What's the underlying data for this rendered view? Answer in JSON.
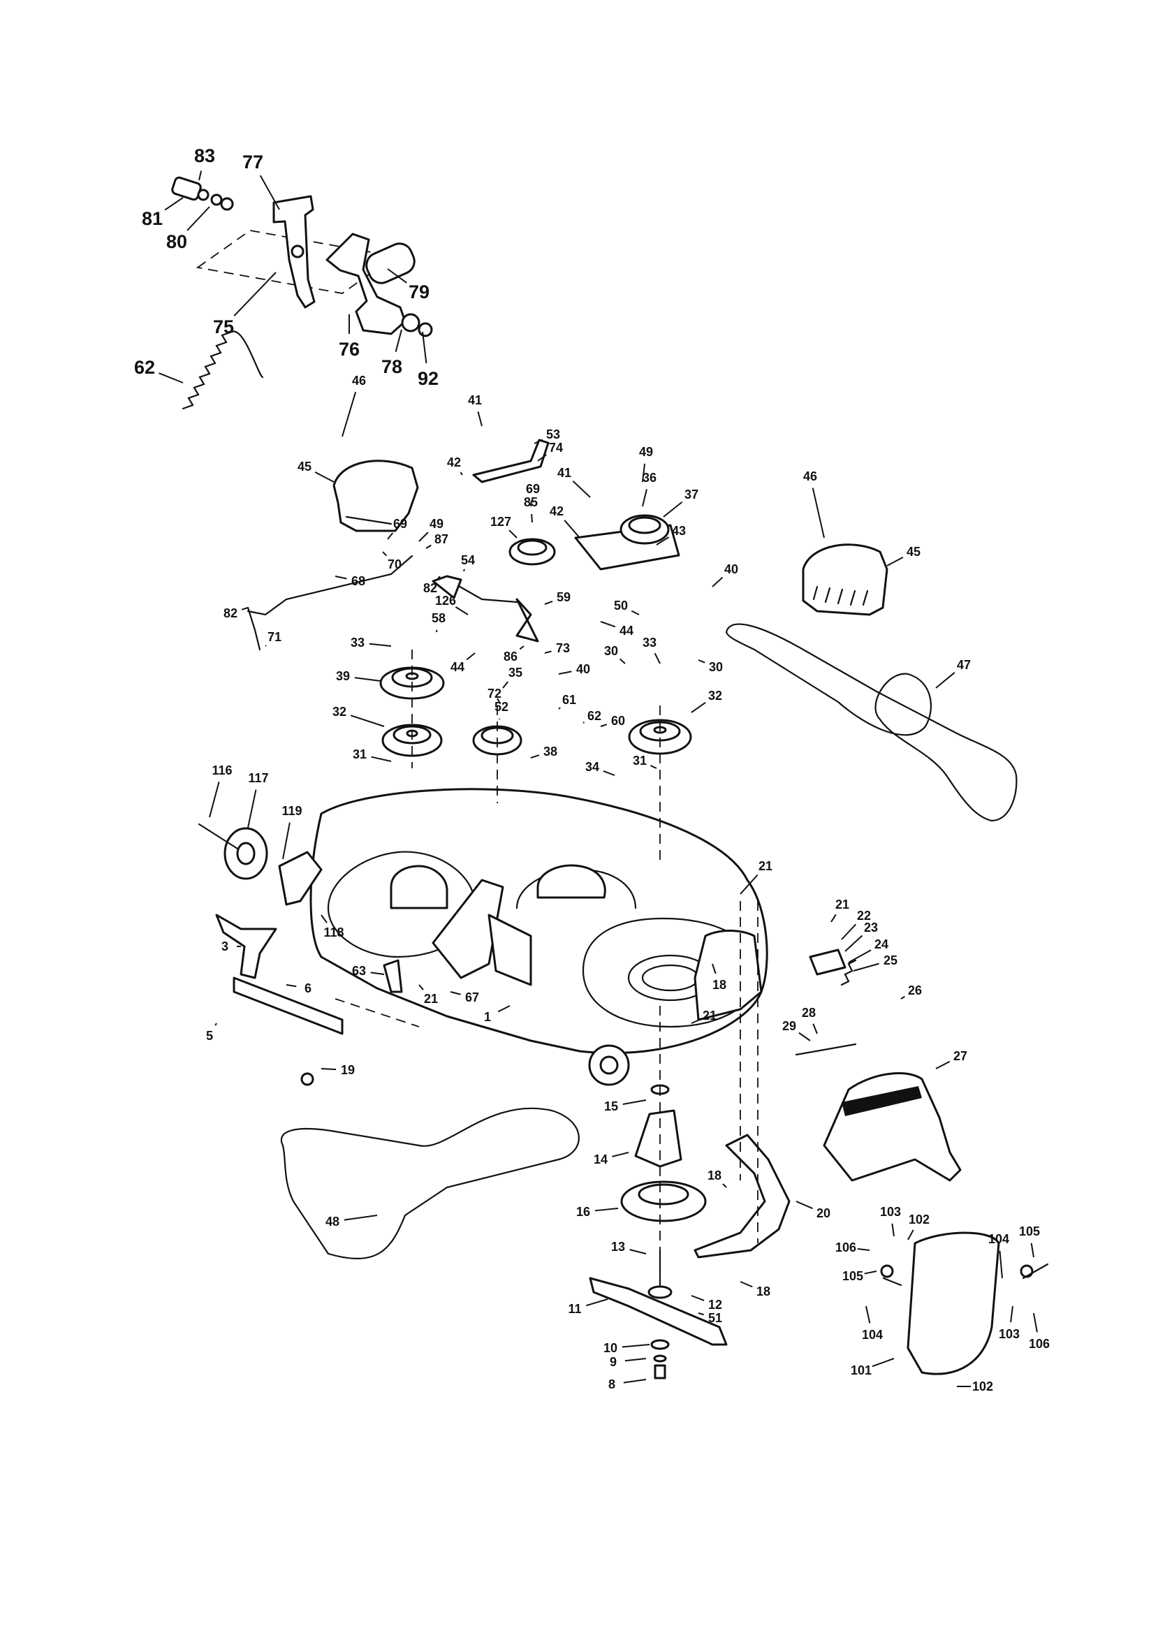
{
  "callouts": [
    {
      "label": "83",
      "big": true
    },
    {
      "label": "77",
      "big": true
    },
    {
      "label": "81",
      "big": true
    },
    {
      "label": "80",
      "big": true
    },
    {
      "label": "79",
      "big": true
    },
    {
      "label": "75",
      "big": true
    },
    {
      "label": "76",
      "big": true
    },
    {
      "label": "78",
      "big": true
    },
    {
      "label": "92",
      "big": true
    },
    {
      "label": "62",
      "big": true
    },
    {
      "label": "46"
    },
    {
      "label": "41"
    },
    {
      "label": "53"
    },
    {
      "label": "74"
    },
    {
      "label": "42"
    },
    {
      "label": "49"
    },
    {
      "label": "36"
    },
    {
      "label": "41"
    },
    {
      "label": "69"
    },
    {
      "label": "85"
    },
    {
      "label": "42"
    },
    {
      "label": "37"
    },
    {
      "label": "127"
    },
    {
      "label": "43"
    },
    {
      "label": "46"
    },
    {
      "label": "45"
    },
    {
      "label": "45"
    },
    {
      "label": "69"
    },
    {
      "label": "49"
    },
    {
      "label": "87"
    },
    {
      "label": "70"
    },
    {
      "label": "54"
    },
    {
      "label": "68"
    },
    {
      "label": "82"
    },
    {
      "label": "40"
    },
    {
      "label": "82"
    },
    {
      "label": "126"
    },
    {
      "label": "59"
    },
    {
      "label": "58"
    },
    {
      "label": "50"
    },
    {
      "label": "44"
    },
    {
      "label": "71"
    },
    {
      "label": "33"
    },
    {
      "label": "44"
    },
    {
      "label": "86"
    },
    {
      "label": "73"
    },
    {
      "label": "30"
    },
    {
      "label": "33"
    },
    {
      "label": "30"
    },
    {
      "label": "40"
    },
    {
      "label": "47"
    },
    {
      "label": "39"
    },
    {
      "label": "35"
    },
    {
      "label": "72"
    },
    {
      "label": "52"
    },
    {
      "label": "61"
    },
    {
      "label": "62"
    },
    {
      "label": "60"
    },
    {
      "label": "32"
    },
    {
      "label": "32"
    },
    {
      "label": "31"
    },
    {
      "label": "38"
    },
    {
      "label": "31"
    },
    {
      "label": "34"
    },
    {
      "label": "116"
    },
    {
      "label": "117"
    },
    {
      "label": "119"
    },
    {
      "label": "118"
    },
    {
      "label": "21"
    },
    {
      "label": "3"
    },
    {
      "label": "21"
    },
    {
      "label": "22"
    },
    {
      "label": "23"
    },
    {
      "label": "24"
    },
    {
      "label": "25"
    },
    {
      "label": "63"
    },
    {
      "label": "21"
    },
    {
      "label": "67"
    },
    {
      "label": "18"
    },
    {
      "label": "6"
    },
    {
      "label": "26"
    },
    {
      "label": "1"
    },
    {
      "label": "21"
    },
    {
      "label": "28"
    },
    {
      "label": "29"
    },
    {
      "label": "5"
    },
    {
      "label": "27"
    },
    {
      "label": "19"
    },
    {
      "label": "15"
    },
    {
      "label": "14"
    },
    {
      "label": "18"
    },
    {
      "label": "20"
    },
    {
      "label": "16"
    },
    {
      "label": "48"
    },
    {
      "label": "103"
    },
    {
      "label": "102"
    },
    {
      "label": "104"
    },
    {
      "label": "105"
    },
    {
      "label": "106"
    },
    {
      "label": "13"
    },
    {
      "label": "105"
    },
    {
      "label": "18"
    },
    {
      "label": "12"
    },
    {
      "label": "11"
    },
    {
      "label": "51"
    },
    {
      "label": "104"
    },
    {
      "label": "103"
    },
    {
      "label": "106"
    },
    {
      "label": "10"
    },
    {
      "label": "9"
    },
    {
      "label": "101"
    },
    {
      "label": "102"
    },
    {
      "label": "8"
    }
  ]
}
